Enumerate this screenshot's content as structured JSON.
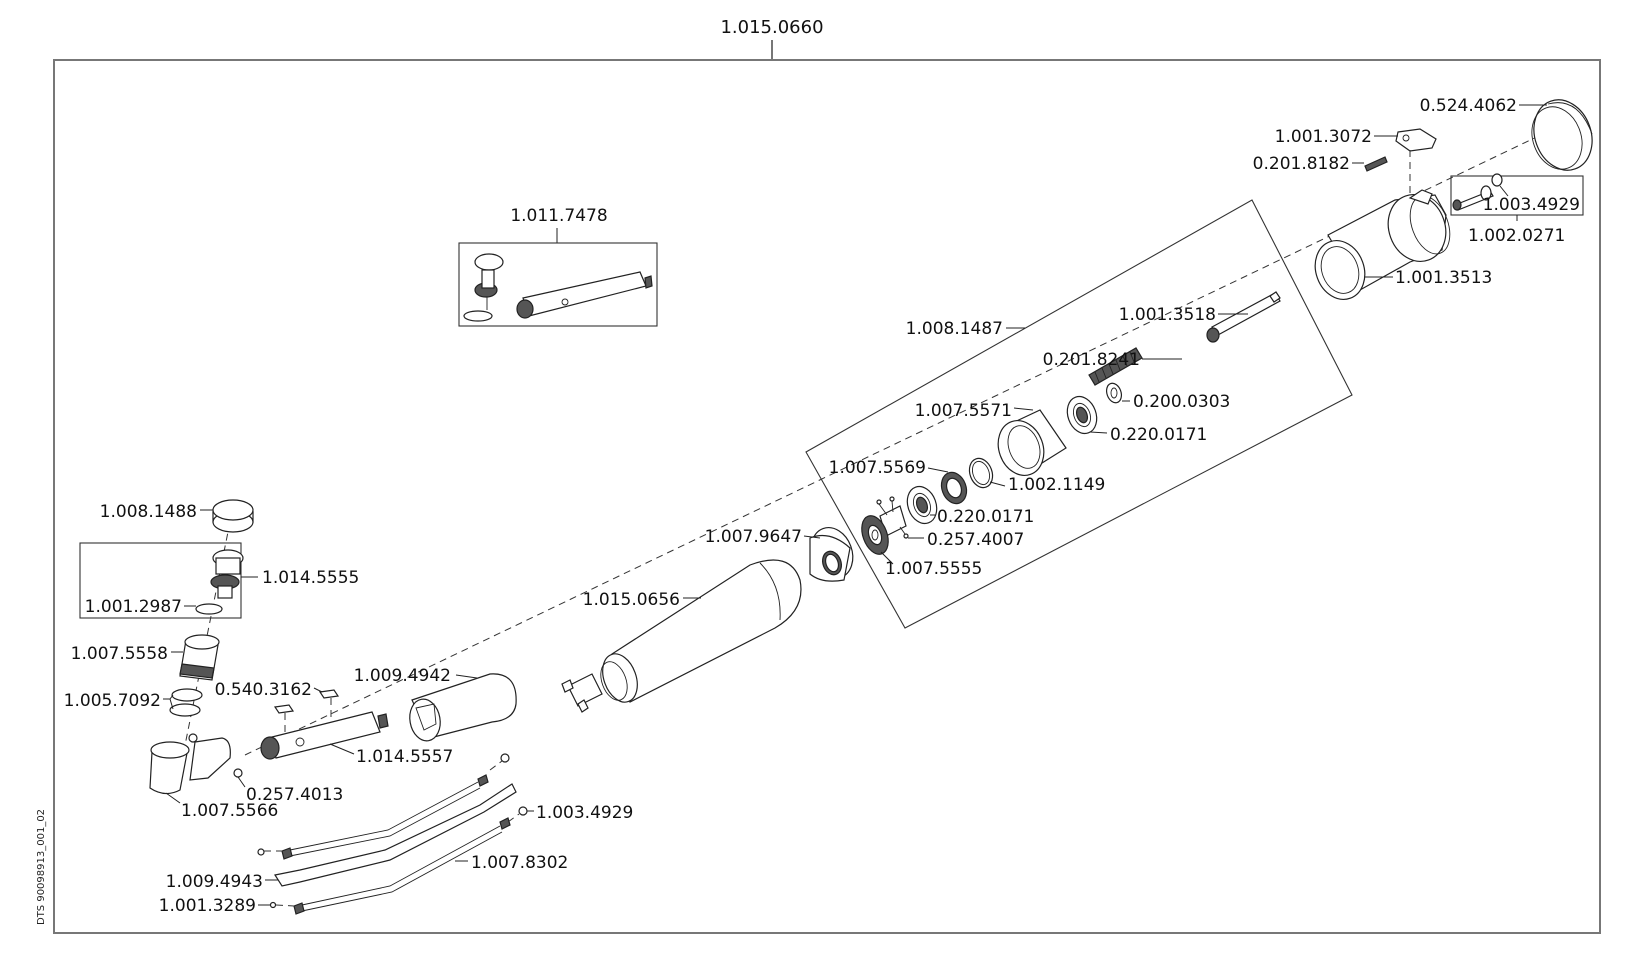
{
  "diagram": {
    "assembly_number": "1.015.0660",
    "document_id": "DTS 90098913_001_02",
    "part_labels": {
      "p_0_524_4062": "0.524.4062",
      "p_1_001_3072": "1.001.3072",
      "p_0_201_8182": "0.201.8182",
      "p_1_003_4929_top": "1.003.4929",
      "p_1_002_0271": "1.002.0271",
      "p_1_001_3513": "1.001.3513",
      "p_1_011_7478": "1.011.7478",
      "p_1_001_3518": "1.001.3518",
      "p_1_008_1487": "1.008.1487",
      "p_0_201_8241": "0.201.8241",
      "p_0_200_0303": "0.200.0303",
      "p_1_007_5571": "1.007.5571",
      "p_0_220_0171_a": "0.220.0171",
      "p_1_002_1149": "1.002.1149",
      "p_1_007_5569": "1.007.5569",
      "p_0_220_0171_b": "0.220.0171",
      "p_0_257_4007": "0.257.4007",
      "p_1_007_9647": "1.007.9647",
      "p_1_007_5555": "1.007.5555",
      "p_1_015_0656": "1.015.0656",
      "p_1_008_1488": "1.008.1488",
      "p_1_014_5555": "1.014.5555",
      "p_1_001_2987": "1.001.2987",
      "p_1_007_5558": "1.007.5558",
      "p_1_005_7092": "1.005.7092",
      "p_0_540_3162": "0.540.3162",
      "p_1_009_4942": "1.009.4942",
      "p_1_014_5557": "1.014.5557",
      "p_0_257_4013": "0.257.4013",
      "p_1_007_5566": "1.007.5566",
      "p_1_003_4929_bottom": "1.003.4929",
      "p_1_007_8302": "1.007.8302",
      "p_1_009_4943": "1.009.4943",
      "p_1_001_3289": "1.001.3289"
    }
  }
}
